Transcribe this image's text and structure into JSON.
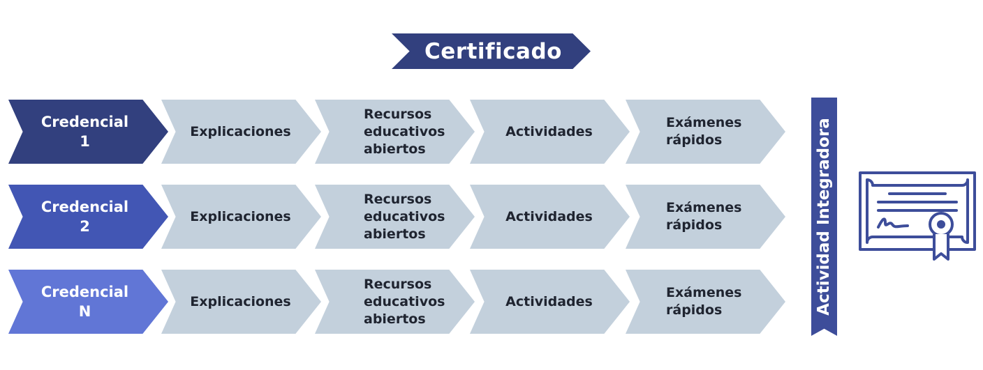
{
  "title": "Certificado",
  "colors": {
    "title": "#32407e",
    "credential_1": "#32407e",
    "credential_2": "#4256b4",
    "credential_n": "#6176d6",
    "step": "#c3d0dc",
    "side_bar": "#3d4d9a",
    "icon": "#3d4d9a"
  },
  "rows": [
    {
      "credential": {
        "line1": "Credencial",
        "line2": "1"
      },
      "steps": [
        "Explicaciones",
        "Recursos educativos abiertos",
        "Actividades",
        "Exámenes rápidos"
      ]
    },
    {
      "credential": {
        "line1": "Credencial",
        "line2": "2"
      },
      "steps": [
        "Explicaciones",
        "Recursos educativos abiertos",
        "Actividades",
        "Exámenes rápidos"
      ]
    },
    {
      "credential": {
        "line1": "Credencial",
        "line2": "N"
      },
      "steps": [
        "Explicaciones",
        "Recursos educativos abiertos",
        "Actividades",
        "Exámenes rápidos"
      ]
    }
  ],
  "side_label": "Actividad Integradora",
  "icon": "certificate-diploma-icon"
}
